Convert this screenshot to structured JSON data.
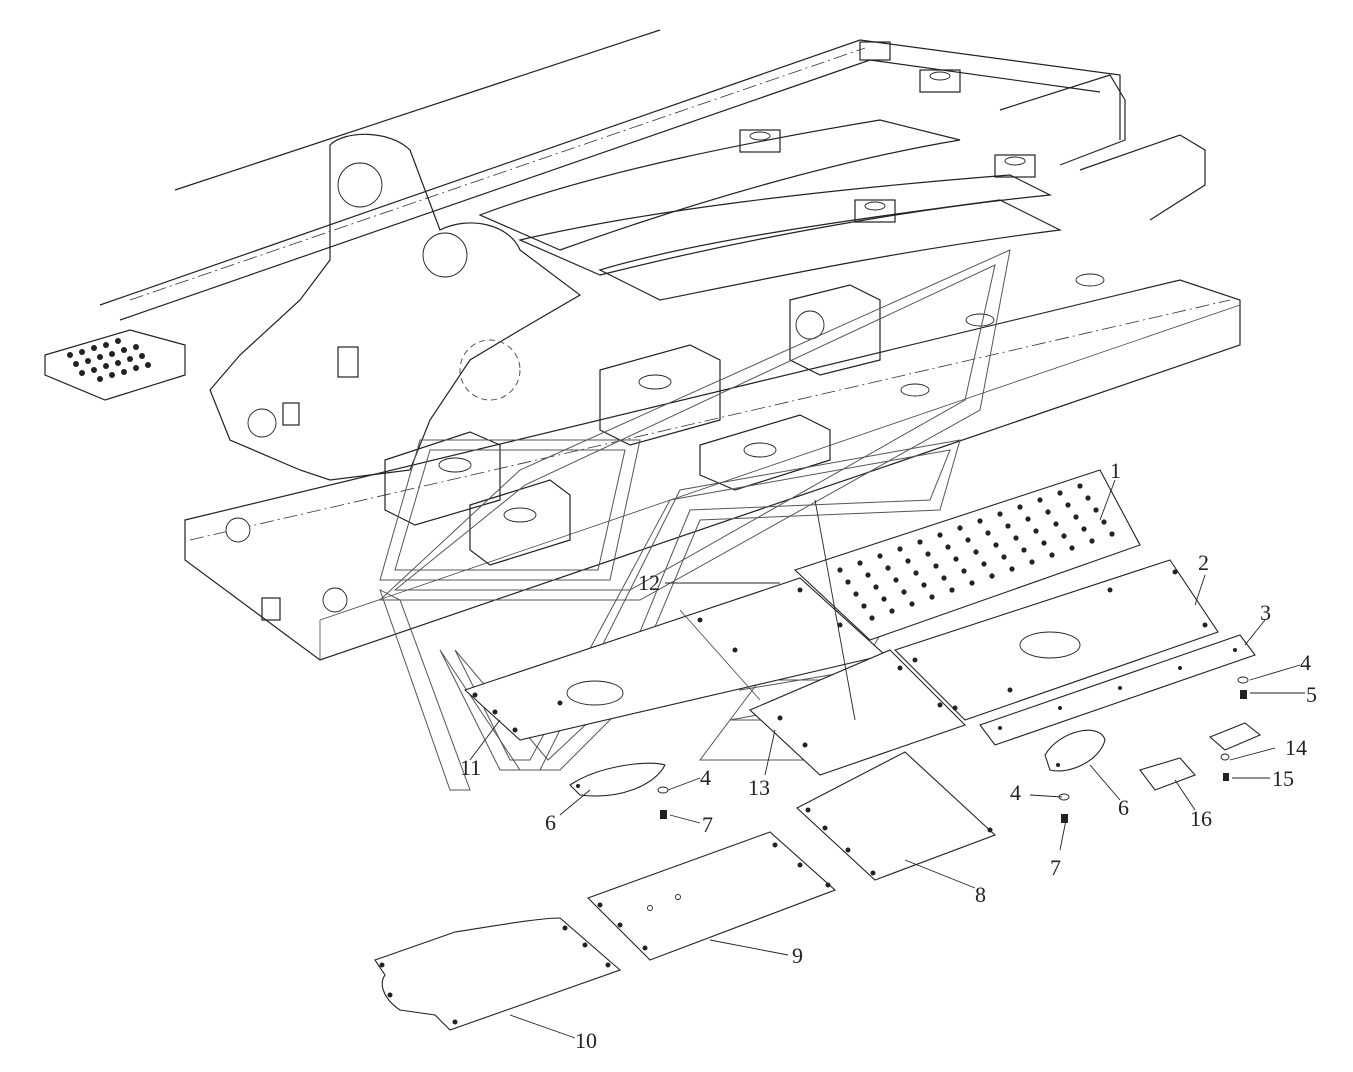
{
  "callouts": [
    "1",
    "2",
    "3",
    "4",
    "5",
    "6",
    "7",
    "8",
    "9",
    "10",
    "11",
    "12",
    "13",
    "14",
    "15",
    "16"
  ]
}
